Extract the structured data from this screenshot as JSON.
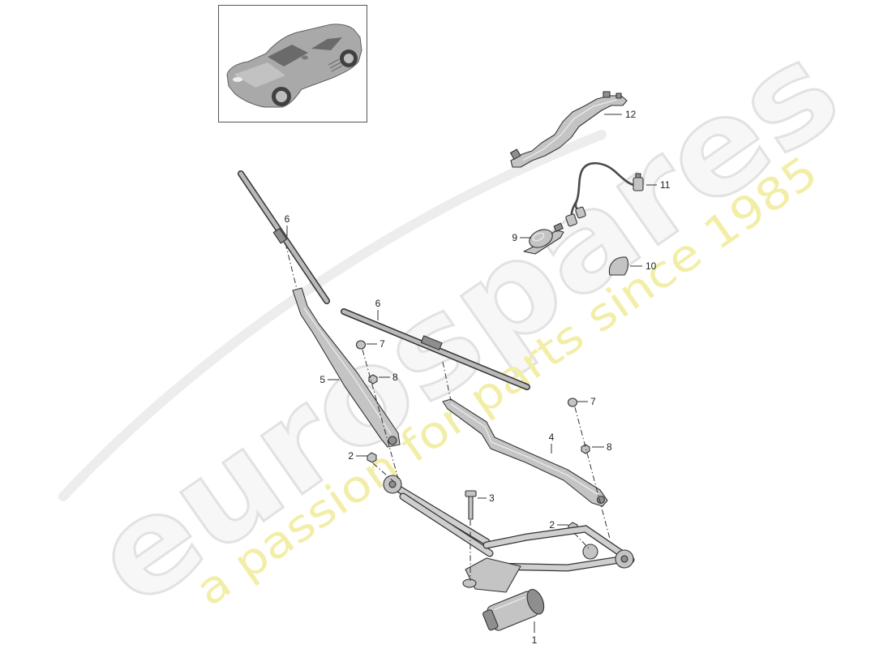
{
  "watermark": {
    "brand": "eurospares",
    "tagline": "a passion for parts since 1985"
  },
  "thumbnail": {
    "icon": "car-icon"
  },
  "callouts": [
    {
      "number": "12"
    },
    {
      "number": "11"
    },
    {
      "number": "9"
    },
    {
      "number": "10"
    },
    {
      "number": "6"
    },
    {
      "number": "6"
    },
    {
      "number": "7"
    },
    {
      "number": "8"
    },
    {
      "number": "5"
    },
    {
      "number": "7"
    },
    {
      "number": "4"
    },
    {
      "number": "8"
    },
    {
      "number": "2"
    },
    {
      "number": "3"
    },
    {
      "number": "2"
    },
    {
      "number": "1"
    }
  ],
  "colors": {
    "background": "#ffffff",
    "outline": "#333333",
    "part_fill": "#c4c4c4",
    "part_dark": "#8e8e8e",
    "watermark_brand": "#e2e2e2",
    "watermark_tagline": "#f2eea8"
  }
}
